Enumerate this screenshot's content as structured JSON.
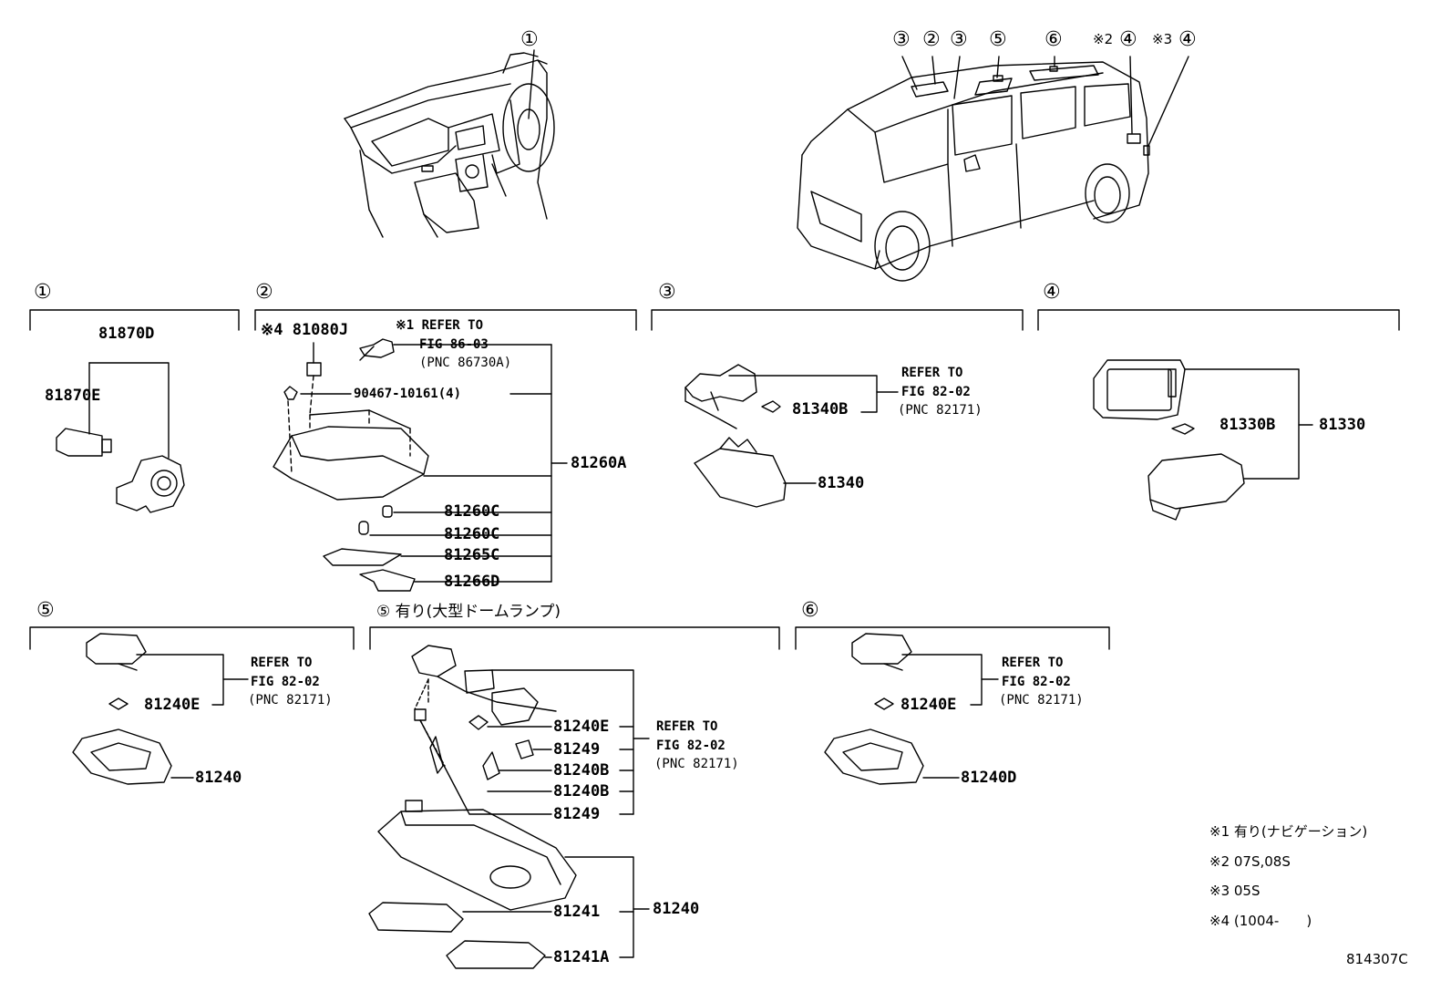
{
  "callouts": {
    "c1": "①",
    "c2": "②",
    "c3": "③",
    "c4": "④",
    "c5": "⑤",
    "c6": "⑥"
  },
  "top_markers": {
    "note2": "※2",
    "note3": "※3"
  },
  "section_headers": {
    "s1": "①",
    "s2": "②",
    "s3": "③",
    "s4": "④",
    "s5": "⑤",
    "s5b": "⑤ 有り(大型ドームランプ)",
    "s6": "⑥"
  },
  "parts": {
    "p81870D": "81870D",
    "p81870E": "81870E",
    "p81080J": "※4 81080J",
    "p90467": "90467-10161(4)",
    "p81260A": "81260A",
    "p81260C_1": "81260C",
    "p81260C_2": "81260C",
    "p81265C": "81265C",
    "p81266D": "81266D",
    "p81340B": "81340B",
    "p81340": "81340",
    "p81330B": "81330B",
    "p81330": "81330",
    "s5_81240E": "81240E",
    "s5_81240": "81240",
    "b_81240E": "81240E",
    "b_81249_1": "81249",
    "b_81240B_1": "81240B",
    "b_81240B_2": "81240B",
    "b_81249_2": "81249",
    "b_81240": "81240",
    "b_81241": "81241",
    "b_81241A": "81241A",
    "s6_81240E": "81240E",
    "s6_81240D": "81240D"
  },
  "refers": {
    "nav_title": "※1 REFER TO",
    "nav_fig": "FIG 86-03",
    "nav_pnc": "(PNC 86730A)",
    "r3_title": "REFER TO",
    "r3_fig": "FIG 82-02",
    "r3_pnc": "(PNC 82171)",
    "r5_title": "REFER TO",
    "r5_fig": "FIG 82-02",
    "r5_pnc": "(PNC 82171)",
    "r5b_title": "REFER TO",
    "r5b_fig": "FIG 82-02",
    "r5b_pnc": "(PNC 82171)",
    "r6_title": "REFER TO",
    "r6_fig": "FIG 82-02",
    "r6_pnc": "(PNC 82171)"
  },
  "notes": [
    "※1 有り(ナビゲーション)",
    "※2 07S,08S",
    "※3 05S",
    "※4 (1004-　　)"
  ],
  "figure_code": "814307C"
}
